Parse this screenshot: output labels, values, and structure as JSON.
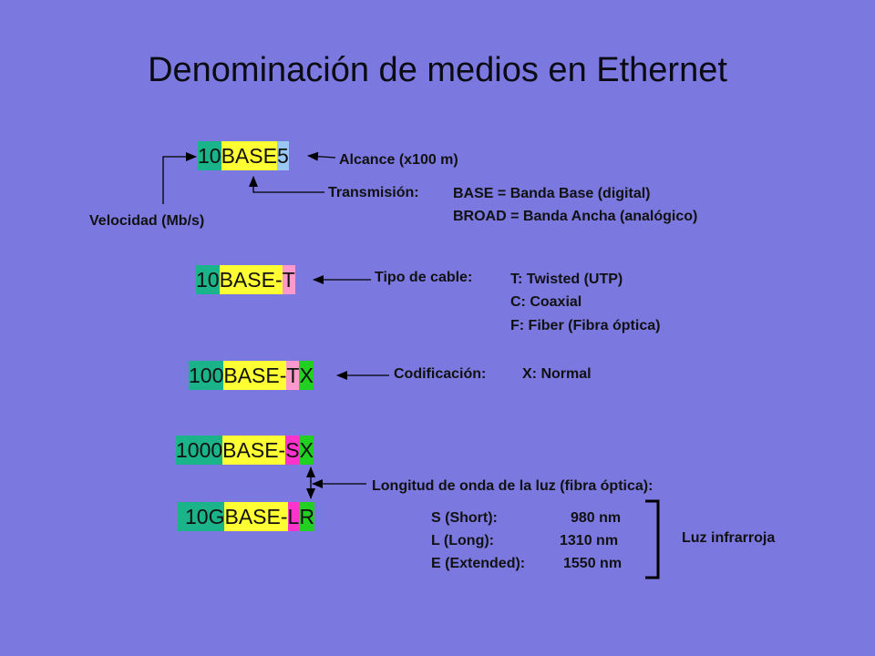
{
  "title": "Denominación de medios en Ethernet",
  "colors": {
    "background": "#7B79DF",
    "speed": "#1BB38A",
    "base": "#FFFF33",
    "range": "#99C8F5",
    "cable": "#FF99CC",
    "coding": "#22D022",
    "wavelength": "#FF33CC"
  },
  "ex1": {
    "speed": "10",
    "base": "BASE",
    "suffix": "5",
    "range_label": "Alcance (x100 m)",
    "transmission_label": "Transmisión:",
    "transmission_values": [
      "BASE = Banda Base (digital)",
      "BROAD = Banda Ancha (analógico)"
    ],
    "speed_label": "Velocidad (Mb/s)"
  },
  "ex2": {
    "speed": "10",
    "base": "BASE",
    "dash": "-",
    "suffix": "T",
    "cable_label": "Tipo de cable:",
    "cable_values": [
      "T: Twisted (UTP)",
      "C: Coaxial",
      "F: Fiber (Fibra óptica)"
    ]
  },
  "ex3": {
    "speed": "100",
    "base": "BASE",
    "dash": "-",
    "cable": "T",
    "coding": "X",
    "coding_label": "Codificación:",
    "coding_value": "X: Normal"
  },
  "ex4": {
    "speed": "1000",
    "base": "BASE",
    "dash": "-",
    "wave": "S",
    "coding": "X"
  },
  "ex5": {
    "speed": "10G",
    "base": "BASE",
    "dash": "-",
    "wave": "L",
    "coding": "R"
  },
  "wavelength": {
    "label": "Longitud de onda de la luz (fibra óptica):",
    "rows": [
      {
        "name": "S (Short):",
        "value": "980 nm"
      },
      {
        "name": "L (Long):",
        "value": "1310 nm"
      },
      {
        "name": "E (Extended):",
        "value": "1550 nm"
      }
    ],
    "group_label": "Luz infrarroja"
  }
}
